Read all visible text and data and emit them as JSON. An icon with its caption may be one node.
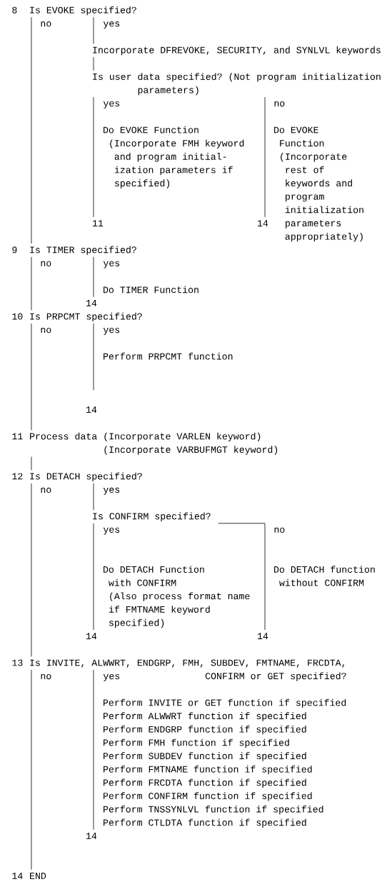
{
  "diagram": {
    "nodes": [
      {
        "text": [
          "Is EVOKE specified?"
        ],
        "beside": [
          "8"
        ]
      },
      {
        "text": [
          "Incorporate DFREVOKE, SECURITY, and SYNLVL keywords"
        ]
      },
      {
        "text": [
          "Is user data specified? (Not program initialization parameters)"
        ]
      },
      {
        "text": [
          "Do EVOKE Function",
          "(Incorporate FMH keyword and program initial- ization parameters if specified)"
        ]
      },
      {
        "text": [
          "Do EVOKE Function",
          "(Incorporate rest of keywords and program initialization parameters appropriately)"
        ]
      },
      {
        "text": [
          "11"
        ]
      },
      {
        "text": [
          "14"
        ]
      },
      {
        "text": [
          "Is TIMER specified?"
        ],
        "beside": [
          "9"
        ]
      },
      {
        "text": [
          "Do TIMER Function"
        ]
      },
      {
        "text": [
          "14"
        ]
      },
      {
        "text": [
          "Is PRPCMT specified?"
        ],
        "beside": [
          "10"
        ]
      },
      {
        "text": [
          "Perform PRPCMT function"
        ]
      },
      {
        "text": [
          "14"
        ]
      },
      {
        "text": [
          "Process data (Incorporate VARLEN keyword) (Incorporate VARBUFMGT keyword)"
        ],
        "beside": [
          "11"
        ]
      },
      {
        "text": [
          "Is DETACH specified?"
        ],
        "beside": [
          "12"
        ]
      },
      {
        "text": [
          "Is CONFIRM specified?"
        ]
      },
      {
        "text": [
          "Do DETACH Function with CONFIRM",
          "(Also process format name if FMTNAME keyword specified)"
        ]
      },
      {
        "text": [
          "Do DETACH function without CONFIRM"
        ]
      },
      {
        "text": [
          "14"
        ]
      },
      {
        "text": [
          "14"
        ]
      },
      {
        "text": [
          "Is INVITE, ALWWRT, ENDGRP, FMH, SUBDEV, FMTNAME, FRCDTA, CONFIRM or GET specified?"
        ],
        "beside": [
          "13"
        ]
      },
      {
        "text": [
          "Perform INVITE or GET function if specified"
        ]
      },
      {
        "text": [
          "Perform ALWWRT function if specified"
        ]
      },
      {
        "text": [
          "Perform ENDGRP function if specified"
        ]
      },
      {
        "text": [
          "Perform FMH function if specified"
        ]
      },
      {
        "text": [
          "Perform SUBDEV function if specified"
        ]
      },
      {
        "text": [
          "Perform FMTNAME function if specified"
        ]
      },
      {
        "text": [
          "Perform FRCDTA function if specified"
        ]
      },
      {
        "text": [
          "Perform CONFIRM function if specified"
        ]
      },
      {
        "text": [
          "Perform TNSSYNLVL function if specified"
        ]
      },
      {
        "text": [
          "Perform CTLDTA function if specified"
        ]
      },
      {
        "text": [
          "14"
        ]
      },
      {
        "text": [
          "END"
        ],
        "beside": [
          "14"
        ]
      }
    ],
    "edges": [
      {
        "from": 0,
        "to": 7,
        "arrow": "none",
        "label": "no"
      },
      {
        "from": 0,
        "to": 1,
        "arrow": "none",
        "label": "yes"
      },
      {
        "from": 1,
        "to": 2,
        "arrow": "none"
      },
      {
        "from": 2,
        "to": 5,
        "arrow": "none",
        "label": "yes"
      },
      {
        "from": 2,
        "to": 6,
        "arrow": "none",
        "label": "no"
      },
      {
        "from": 7,
        "to": 10,
        "arrow": "none",
        "label": "no"
      },
      {
        "from": 7,
        "to": 9,
        "arrow": "none",
        "label": "yes"
      },
      {
        "from": 10,
        "to": 13,
        "arrow": "none",
        "label": "no"
      },
      {
        "from": 10,
        "to": 12,
        "arrow": "none",
        "label": "yes"
      },
      {
        "from": 13,
        "to": 14,
        "arrow": "none"
      },
      {
        "from": 14,
        "to": 20,
        "arrow": "none",
        "label": "no"
      },
      {
        "from": 14,
        "to": 15,
        "arrow": "none",
        "label": "yes"
      },
      {
        "from": 15,
        "to": 18,
        "arrow": "none",
        "label": "yes"
      },
      {
        "from": 15,
        "to": 19,
        "arrow": "none",
        "label": "no"
      },
      {
        "from": 20,
        "to": 32,
        "arrow": "none",
        "label": "no"
      },
      {
        "from": 20,
        "to": 31,
        "arrow": "none",
        "label": "yes"
      }
    ]
  }
}
